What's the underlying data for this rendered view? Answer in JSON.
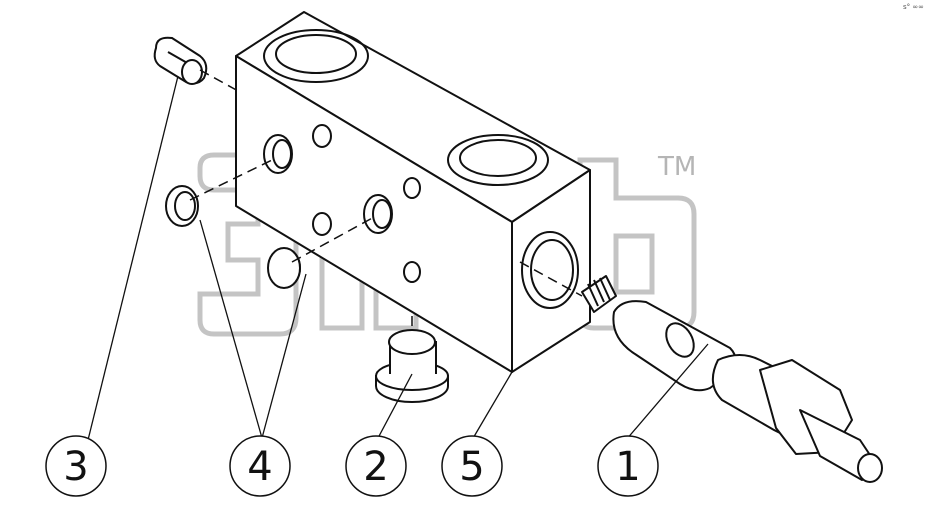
{
  "corner_mark": "s° ∞∞",
  "watermark": {
    "trademark": "TM"
  },
  "callouts": [
    {
      "id": "3",
      "label": "3"
    },
    {
      "id": "4",
      "label": "4"
    },
    {
      "id": "2",
      "label": "2"
    },
    {
      "id": "5",
      "label": "5"
    },
    {
      "id": "1",
      "label": "1"
    }
  ]
}
